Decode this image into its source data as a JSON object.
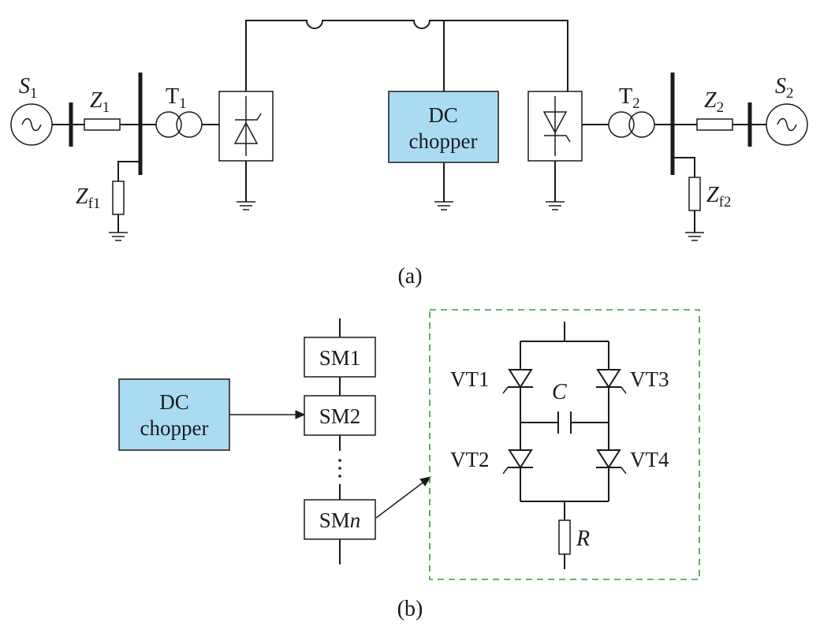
{
  "colors": {
    "box_fill": "#a9dcf3",
    "dash": "#3a9b3a",
    "line": "#1a1a1a"
  },
  "panel_a": {
    "caption": "(a)",
    "source1": {
      "main": "S",
      "sub": "1"
    },
    "source2": {
      "main": "S",
      "sub": "2"
    },
    "z1": {
      "main": "Z",
      "sub": "1"
    },
    "z2": {
      "main": "Z",
      "sub": "2"
    },
    "zf1": {
      "main": "Z",
      "sub": "f1"
    },
    "zf2": {
      "main": "Z",
      "sub": "f2"
    },
    "t1": {
      "main": "T",
      "sub": "1"
    },
    "t2": {
      "main": "T",
      "sub": "2"
    },
    "chopper": {
      "line1": "DC",
      "line2": "chopper"
    }
  },
  "panel_b": {
    "caption": "(b)",
    "chopper": {
      "line1": "DC",
      "line2": "chopper"
    },
    "sm1": "SM1",
    "sm2": "SM2",
    "smn": {
      "prefix": "SM",
      "n": "n"
    },
    "vt1": "VT1",
    "vt2": "VT2",
    "vt3": "VT3",
    "vt4": "VT4",
    "capacitor": "C",
    "resistor": "R"
  }
}
